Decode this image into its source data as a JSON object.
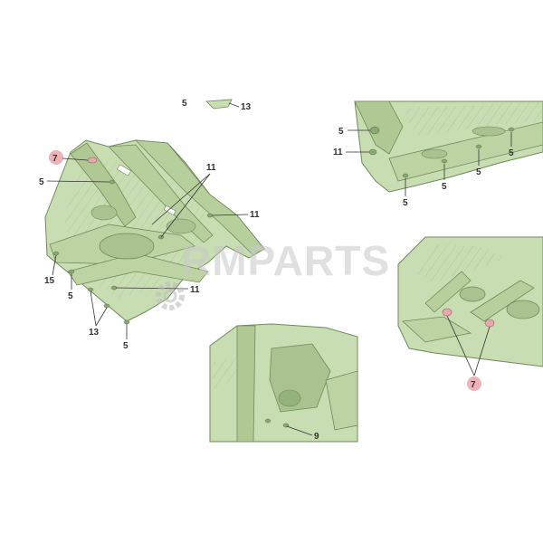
{
  "watermark": {
    "text": "RMPARTS",
    "color": "#b9b9b9"
  },
  "colors": {
    "panel_fill": "#c9ddb2",
    "panel_dark": "#a9c290",
    "panel_line": "#6f8a5a",
    "highlight": "#e9a6ad",
    "highlight_badge": "#ebb3b8",
    "leader": "#333333"
  },
  "callouts": {
    "top_fragment": [
      "5",
      "13"
    ],
    "main_floor": [
      "7",
      "5",
      "11",
      "11",
      "15",
      "5",
      "11",
      "13",
      "5"
    ],
    "top_right_rail": [
      "5",
      "11",
      "5",
      "5",
      "5",
      "5"
    ],
    "right_rear": [
      "7"
    ],
    "bottom_center": [
      "9"
    ]
  },
  "icons": [
    "gear-icon"
  ]
}
